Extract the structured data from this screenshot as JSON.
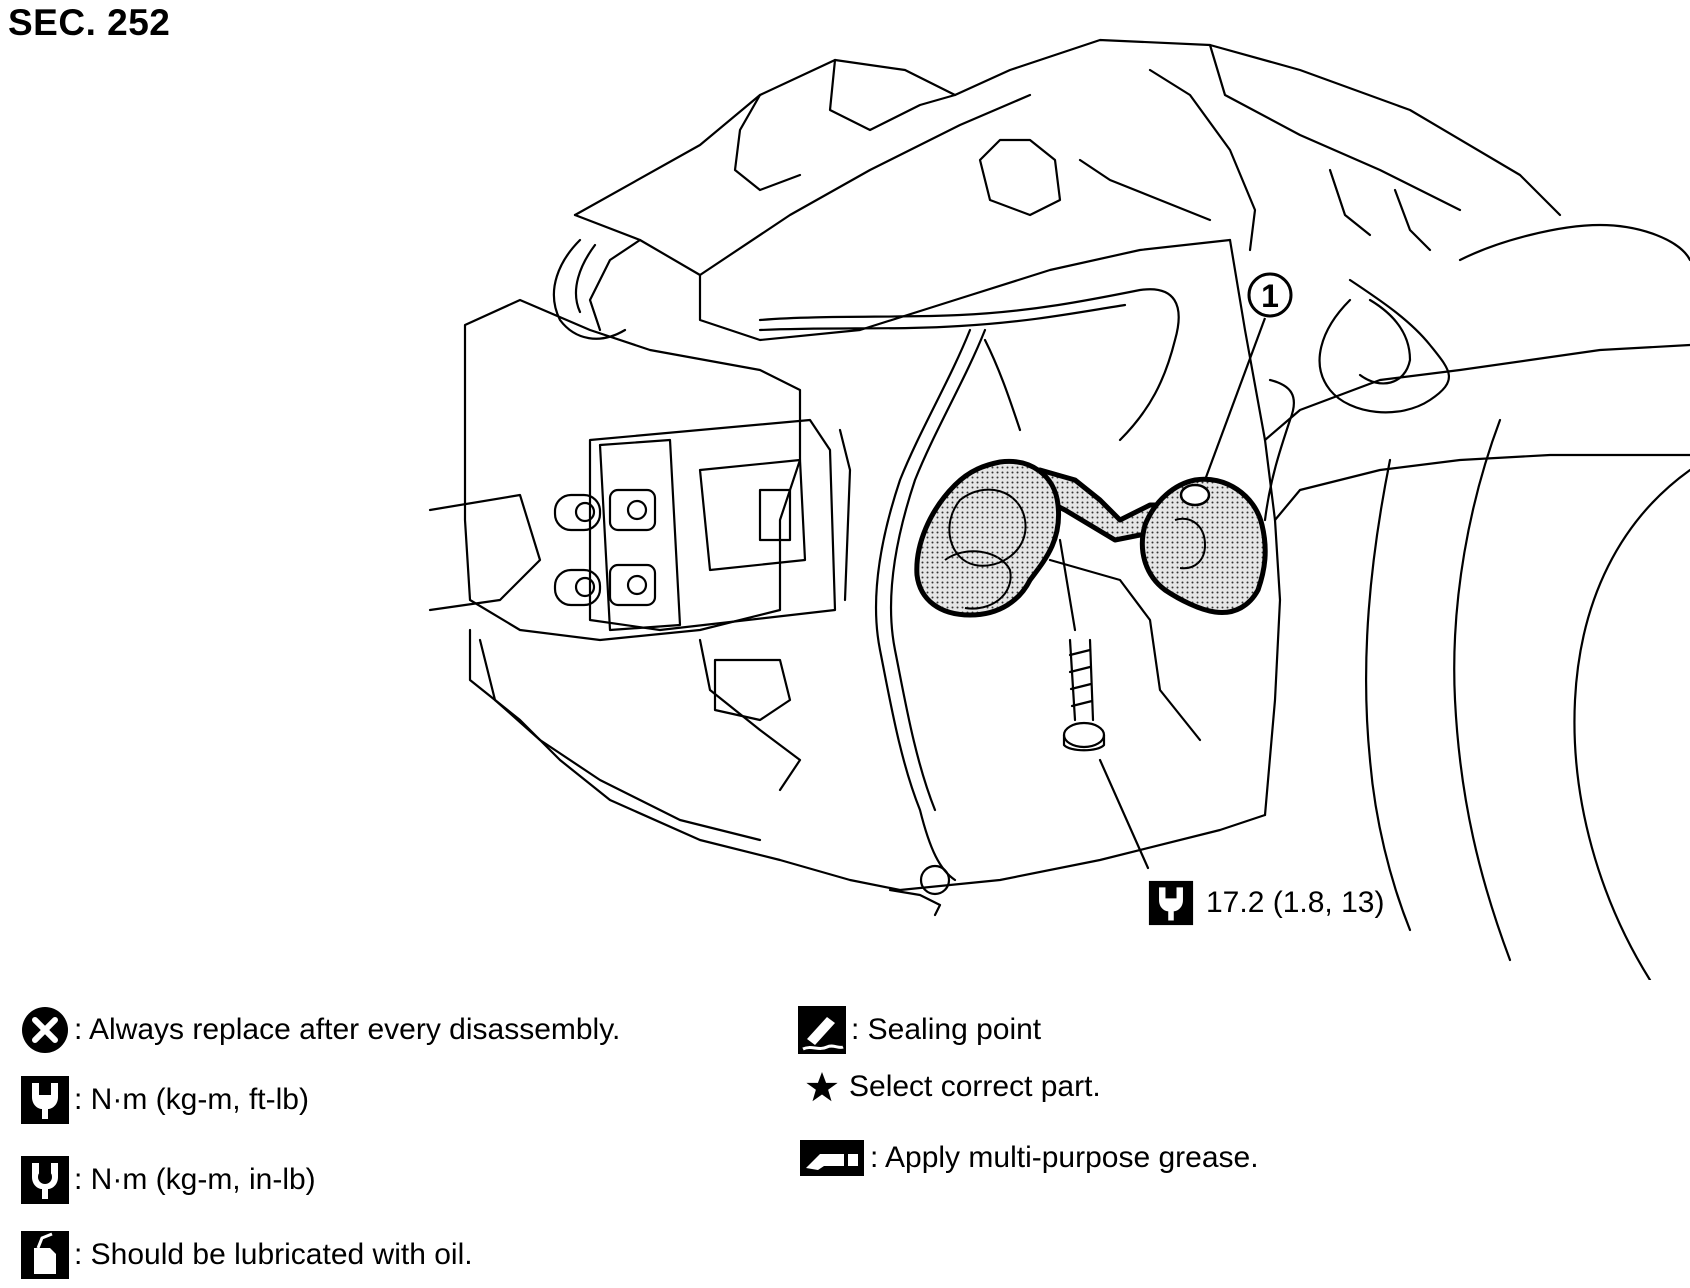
{
  "header": {
    "section": "SEC. 252"
  },
  "diagram": {
    "part_callouts": [
      {
        "number": "1"
      }
    ],
    "torque_spec": {
      "icon": "torque-wrench-ft-lb-icon",
      "value": "17.2 (1.8, 13)"
    }
  },
  "legend": {
    "left": [
      {
        "icon": "x-circle-icon",
        "text": ": Always replace after every disassembly."
      },
      {
        "icon": "torque-wrench-ft-lb-icon",
        "text": ": N·m (kg-m, ft-lb)"
      },
      {
        "icon": "torque-wrench-in-lb-icon",
        "text": ": N·m (kg-m, in-lb)"
      },
      {
        "icon": "oil-can-icon",
        "text": ": Should be lubricated with oil."
      }
    ],
    "right": [
      {
        "icon": "sealant-icon",
        "text": ": Sealing point"
      },
      {
        "icon": "star-icon",
        "text": "Select correct part."
      },
      {
        "icon": "grease-gun-icon",
        "text": ": Apply multi-purpose grease."
      }
    ]
  }
}
